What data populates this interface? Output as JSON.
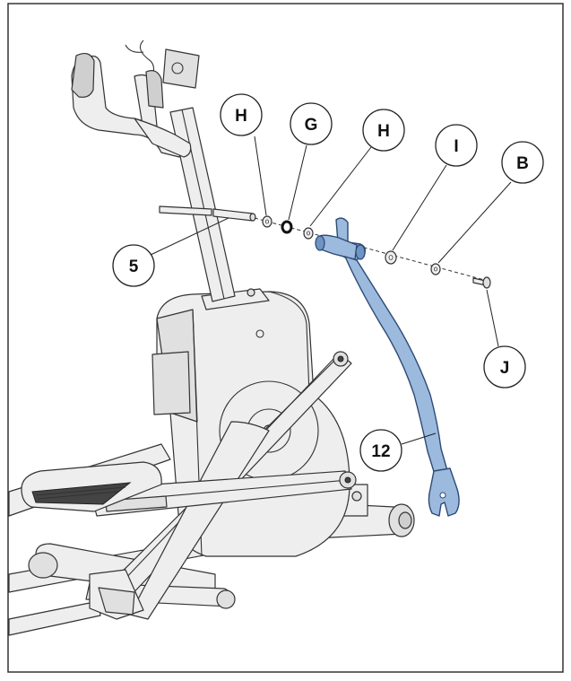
{
  "callouts": [
    {
      "id": "H_left",
      "label": "H",
      "part": "washer"
    },
    {
      "id": "G",
      "label": "G",
      "part": "spring-washer"
    },
    {
      "id": "H_right",
      "label": "H",
      "part": "washer"
    },
    {
      "id": "I",
      "label": "I",
      "part": "large-washer"
    },
    {
      "id": "B",
      "label": "B",
      "part": "small-washer"
    },
    {
      "id": "J",
      "label": "J",
      "part": "bolt"
    },
    {
      "id": "5",
      "label": "5",
      "part": "axle-shaft"
    },
    {
      "id": "12",
      "label": "12",
      "part": "right-handlebar-arm"
    }
  ],
  "colors": {
    "highlight_part": "#9cb9de",
    "outline": "#333333",
    "frame_fill": "#eeeeee"
  }
}
